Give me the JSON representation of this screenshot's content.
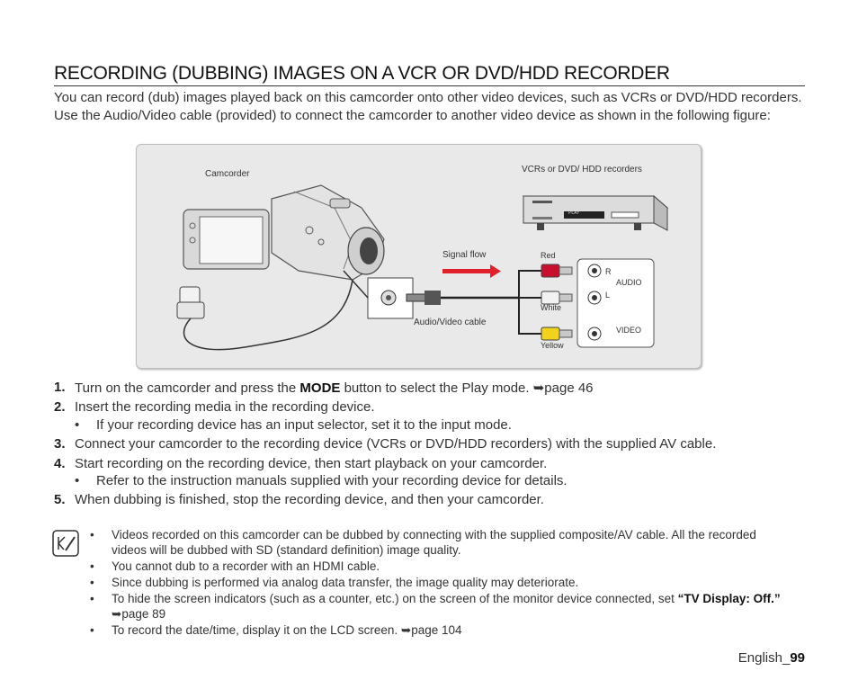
{
  "title": "RECORDING (DUBBING) IMAGES ON A VCR OR DVD/HDD RECORDER",
  "intro": "You can record (dub) images played back on this camcorder onto other video devices, such as VCRs or DVD/HDD recorders. Use the Audio/Video cable (provided) to connect the camcorder to another video device as shown in the following figure:",
  "figure": {
    "camcorder_label": "Camcorder",
    "recorder_label": "VCRs or DVD/ HDD recorders",
    "signal_flow_label": "Signal flow",
    "cable_label": "Audio/Video cable",
    "red_label": "Red",
    "white_label": "White",
    "yellow_label": "Yellow",
    "r_label": "R",
    "l_label": "L",
    "audio_label": "AUDIO",
    "video_label": "VIDEO",
    "play_label": "PLAY",
    "colors": {
      "red": "#c8102e",
      "white": "#f2f2f2",
      "yellow": "#f2d21b",
      "arrow": "#e0202a"
    }
  },
  "steps": [
    {
      "num": "1.",
      "pre": "Turn on the camcorder and press the ",
      "bold": "MODE",
      "post": " button to select the Play mode. ",
      "ref": "page 46"
    },
    {
      "num": "2.",
      "text": "Insert the recording media in the recording device."
    },
    {
      "num": "3.",
      "text": "Connect your camcorder to the recording device (VCRs or DVD/HDD recorders) with the supplied AV cable."
    },
    {
      "num": "4.",
      "text": "Start recording on the recording device, then start playback on your camcorder."
    },
    {
      "num": "5.",
      "text": "When dubbing is finished, stop the recording device, and then your camcorder."
    }
  ],
  "sub_bullets": {
    "step2": "If your recording device has an input selector, set it to the input mode.",
    "step4": "Refer to the instruction manuals supplied with your recording device for details."
  },
  "bullet_char": "•",
  "arrow_char": "➥",
  "notes": [
    {
      "text": "Videos recorded on this camcorder can be dubbed by connecting with the supplied composite/AV cable. All the recorded videos will be dubbed with SD (standard definition) image quality."
    },
    {
      "text": "You cannot dub to a recorder with an HDMI cable."
    },
    {
      "text": "Since dubbing is performed via analog data transfer, the image quality may deteriorate."
    },
    {
      "pre": "To hide the screen indicators (such as a counter, etc.) on the screen of the monitor device connected, set ",
      "bold": "“TV Display: Off.”",
      "ref": "page 89"
    },
    {
      "pre": "To record the date/time, display it on the LCD screen. ",
      "ref": "page 104"
    }
  ],
  "footer": {
    "lang": "English_",
    "page": "99"
  }
}
